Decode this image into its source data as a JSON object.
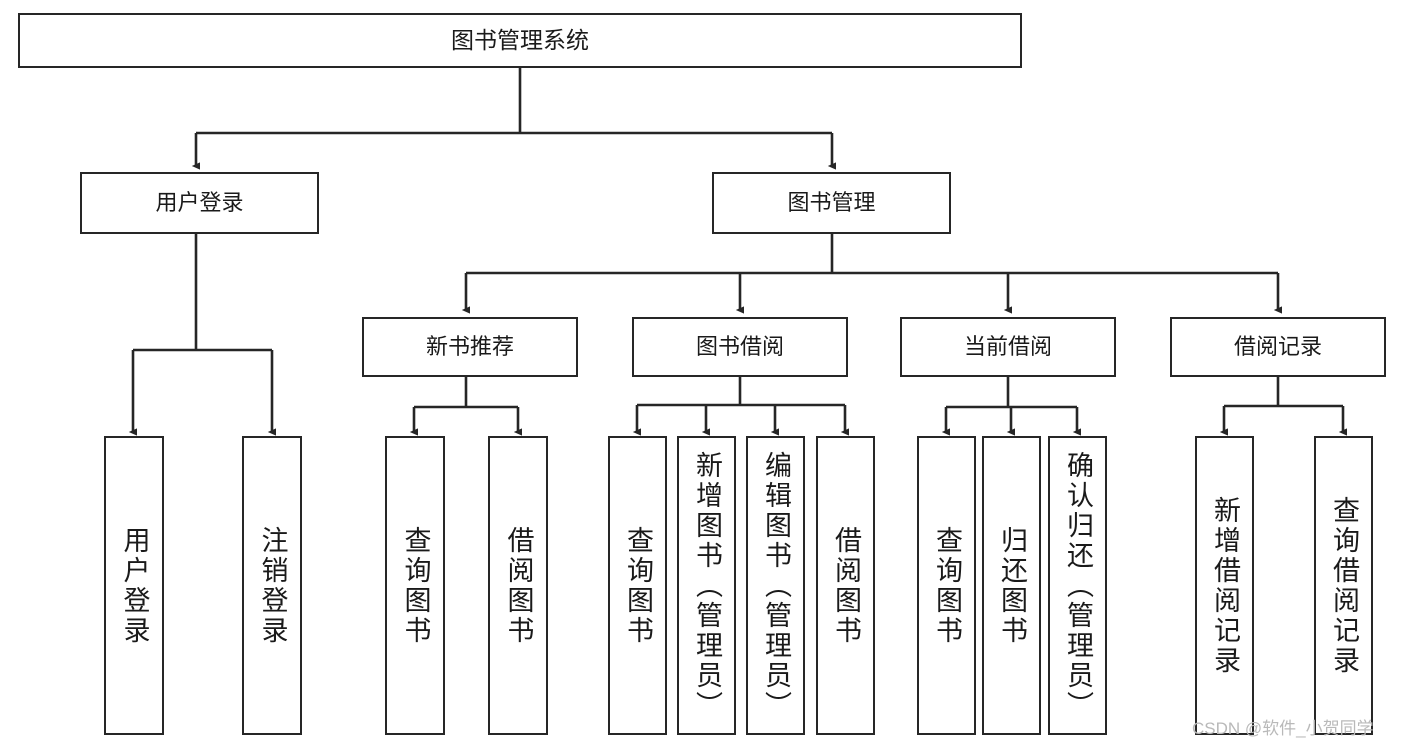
{
  "diagram": {
    "title": "图书管理系统",
    "type": "tree-hierarchy",
    "watermark": "CSDN @软件_小贺同学",
    "colors": {
      "stroke": "#262626",
      "fill": "#ffffff",
      "text": "#1a1a1a",
      "watermark": "#b9b9b9"
    },
    "nodes": {
      "root": {
        "label": "图书管理系统"
      },
      "level1": [
        {
          "label": "用户登录"
        },
        {
          "label": "图书管理"
        }
      ],
      "level2": [
        {
          "label": "新书推荐"
        },
        {
          "label": "图书借阅"
        },
        {
          "label": "当前借阅"
        },
        {
          "label": "借阅记录"
        }
      ],
      "leaves_user_login": [
        {
          "label": "用户登录"
        },
        {
          "label": "注销登录"
        }
      ],
      "leaves_new_books": [
        {
          "label": "查询图书"
        },
        {
          "label": "借阅图书"
        }
      ],
      "leaves_borrow": [
        {
          "label": "查询图书"
        },
        {
          "label": "新增图书（管理员）"
        },
        {
          "label": "编辑图书（管理员）"
        },
        {
          "label": "借阅图书"
        }
      ],
      "leaves_current": [
        {
          "label": "查询图书"
        },
        {
          "label": "归还图书"
        },
        {
          "label": "确认归还（管理员）"
        }
      ],
      "leaves_records": [
        {
          "label": "新增借阅记录"
        },
        {
          "label": "查询借阅记录"
        }
      ]
    }
  }
}
